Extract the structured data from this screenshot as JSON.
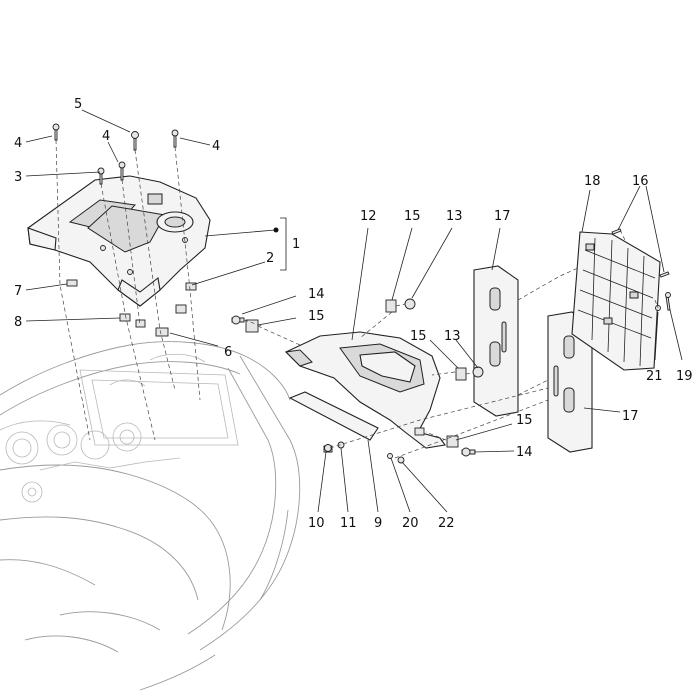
{
  "callouts": [
    {
      "id": "c4a",
      "label": "4"
    },
    {
      "id": "c5",
      "label": "5"
    },
    {
      "id": "c4b",
      "label": "4"
    },
    {
      "id": "c4c",
      "label": "4"
    },
    {
      "id": "c3",
      "label": "3"
    },
    {
      "id": "c1",
      "label": "1"
    },
    {
      "id": "c2",
      "label": "2"
    },
    {
      "id": "c7",
      "label": "7"
    },
    {
      "id": "c8",
      "label": "8"
    },
    {
      "id": "c6",
      "label": "6"
    },
    {
      "id": "c12",
      "label": "12"
    },
    {
      "id": "c15a",
      "label": "15"
    },
    {
      "id": "c13a",
      "label": "13"
    },
    {
      "id": "c17a",
      "label": "17"
    },
    {
      "id": "c18",
      "label": "18"
    },
    {
      "id": "c16",
      "label": "16"
    },
    {
      "id": "c14a",
      "label": "14"
    },
    {
      "id": "c15b",
      "label": "15"
    },
    {
      "id": "c15c",
      "label": "15"
    },
    {
      "id": "c13b",
      "label": "13"
    },
    {
      "id": "c21",
      "label": "21"
    },
    {
      "id": "c19",
      "label": "19"
    },
    {
      "id": "c17b",
      "label": "17"
    },
    {
      "id": "c15d",
      "label": "15"
    },
    {
      "id": "c14b",
      "label": "14"
    },
    {
      "id": "c10",
      "label": "10"
    },
    {
      "id": "c11",
      "label": "11"
    },
    {
      "id": "c9",
      "label": "9"
    },
    {
      "id": "c20",
      "label": "20"
    },
    {
      "id": "c22",
      "label": "22"
    }
  ]
}
